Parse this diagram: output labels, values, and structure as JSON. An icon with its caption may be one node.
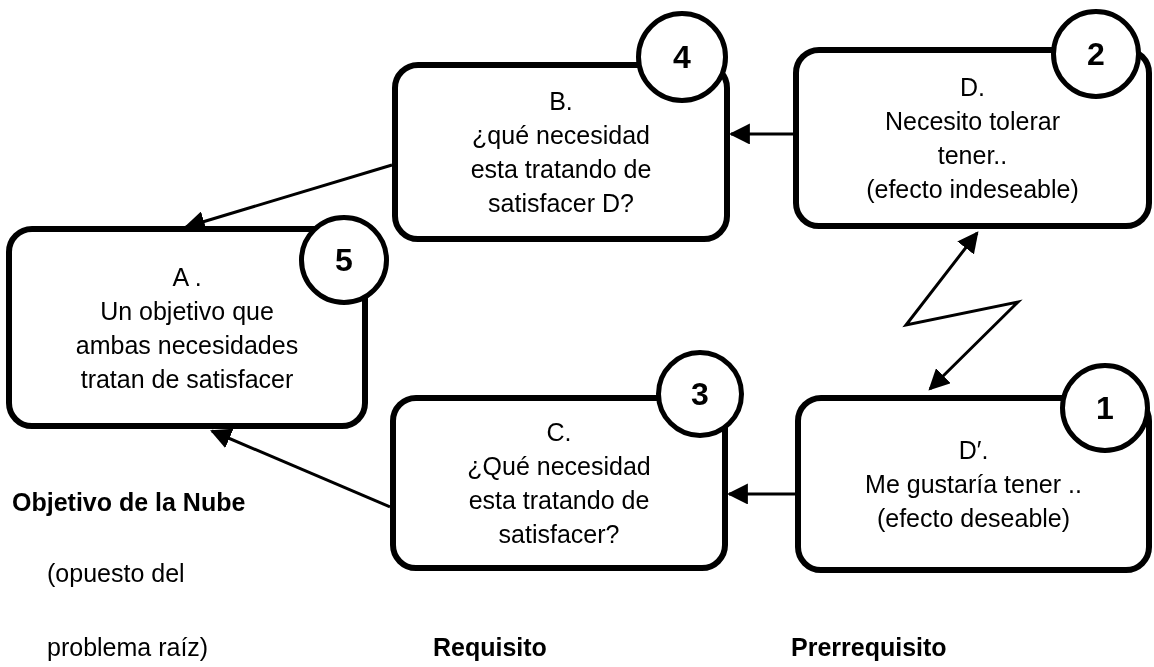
{
  "diagram": {
    "nodes": [
      {
        "text": [
          "B.",
          "¿qué necesidad esta tratando de satisfacer D?"
        ]
      },
      {
        "text": [
          "4"
        ]
      },
      {
        "text": [
          "D.",
          "Necesito tolerar tener..",
          "(efecto indeseable)"
        ]
      },
      {
        "text": [
          "2"
        ]
      },
      {
        "text": [
          "A .",
          "Un objetivo que ambas necesidades tratan de satisfacer"
        ]
      },
      {
        "text": [
          "5"
        ]
      },
      {
        "text": [
          "C.",
          "¿Qué necesidad esta tratando de satisfacer?"
        ]
      },
      {
        "text": [
          "3"
        ]
      },
      {
        "text": [
          "D′.",
          "Me gustaría tener ..",
          "(efecto deseable)"
        ]
      },
      {
        "text": [
          "1"
        ]
      }
    ],
    "edges": [
      {
        "from": 2,
        "to": 0,
        "arrow": "to"
      },
      {
        "from": 0,
        "to": 4,
        "arrow": "to"
      },
      {
        "from": 8,
        "to": 6,
        "arrow": "to"
      },
      {
        "from": 6,
        "to": 4,
        "arrow": "to"
      },
      {
        "from": 8,
        "to": 2,
        "arrow": "both"
      }
    ],
    "labels": [
      "Objetivo de la Nube",
      "(opuesto del",
      "problema raíz)",
      "Requisito",
      "Prerrequisito"
    ]
  }
}
